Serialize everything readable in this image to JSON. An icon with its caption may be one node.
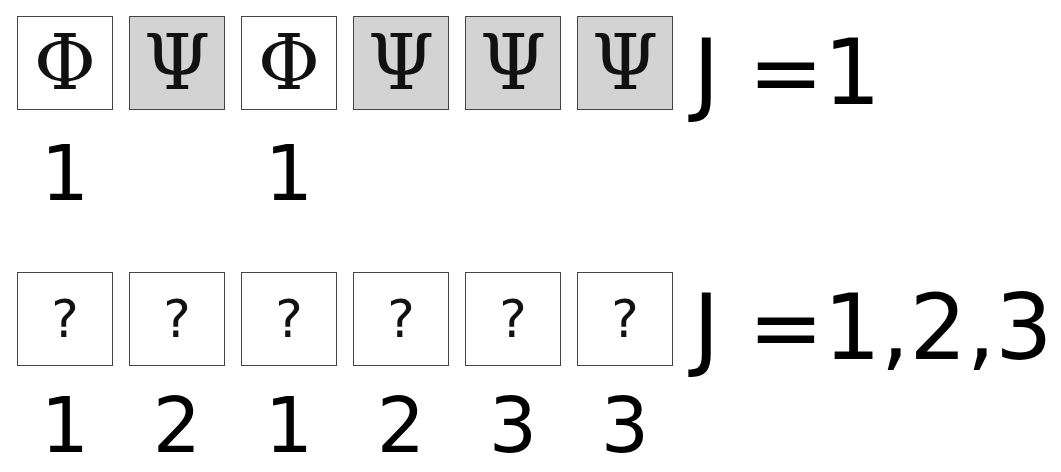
{
  "diagram": {
    "nodes": [
      {
        "text": [
          "Φ"
        ]
      },
      {
        "text": [
          "Ψ"
        ]
      },
      {
        "text": [
          "Φ"
        ]
      },
      {
        "text": [
          "Ψ"
        ]
      },
      {
        "text": [
          "Ψ"
        ]
      },
      {
        "text": [
          "Ψ"
        ]
      },
      {
        "text": [
          "?"
        ]
      },
      {
        "text": [
          "?"
        ]
      },
      {
        "text": [
          "?"
        ]
      },
      {
        "text": [
          "?"
        ]
      },
      {
        "text": [
          "?"
        ]
      },
      {
        "text": [
          "?"
        ]
      }
    ],
    "labels": [
      "J =1",
      "1",
      "1",
      "J =1,2,3",
      "1",
      "2",
      "1",
      "2",
      "3",
      "3"
    ]
  }
}
